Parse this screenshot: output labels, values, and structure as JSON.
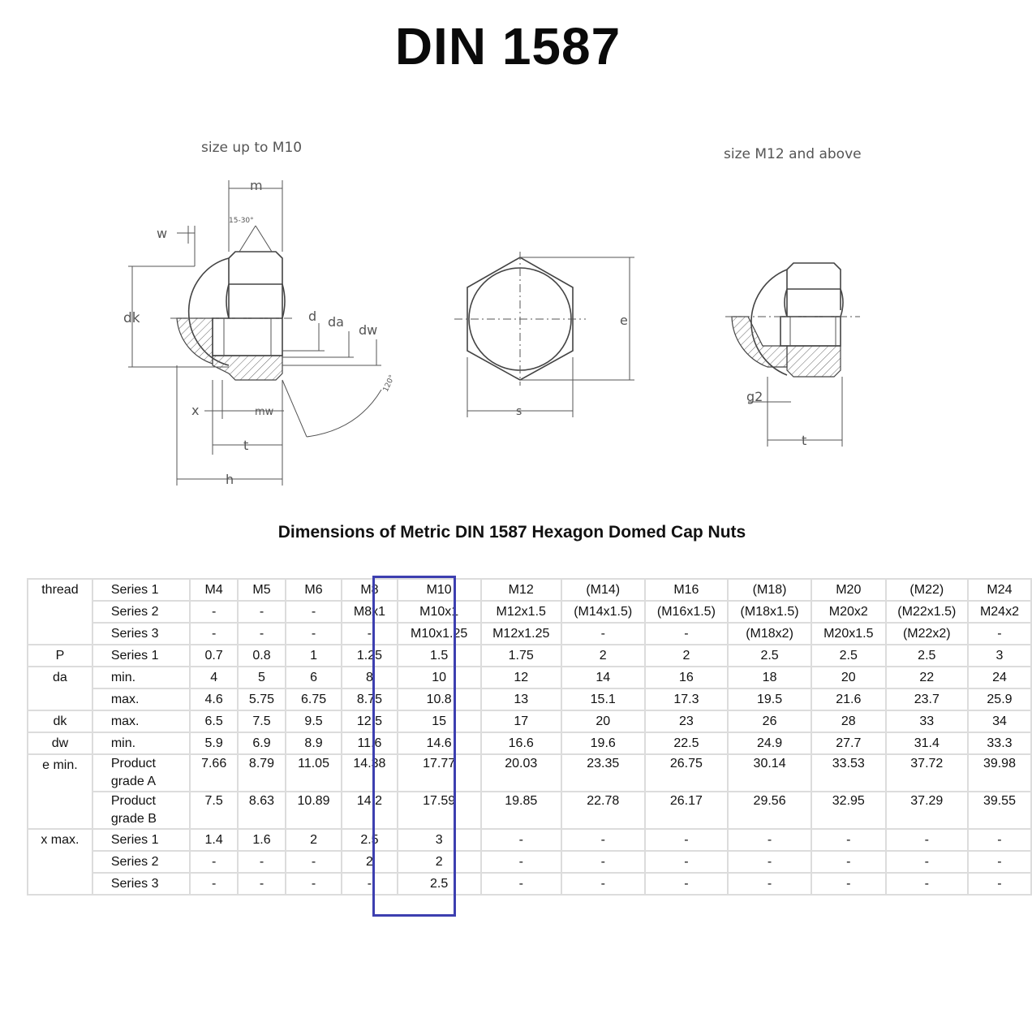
{
  "title": "DIN 1587",
  "drawings": {
    "left_caption": "size up to M10",
    "right_caption": "size M12 and above",
    "labels": {
      "m": "m",
      "w": "w",
      "dk": "dk",
      "d": "d",
      "da": "da",
      "dw": "dw",
      "x": "x",
      "mw": "mw",
      "t": "t",
      "h": "h",
      "e": "e",
      "s": "s",
      "g2": "g2",
      "angle_top": "15-30°",
      "angle_side": "120°"
    }
  },
  "table_title": "Dimensions of Metric DIN 1587 Hexagon Domed Cap Nuts",
  "highlight_column": "M10",
  "table": {
    "rows": [
      {
        "label": "thread",
        "series": "Series 1",
        "values": [
          "M4",
          "M5",
          "M6",
          "M8",
          "M10",
          "M12",
          "(M14)",
          "M16",
          "(M18)",
          "M20",
          "(M22)",
          "M24"
        ]
      },
      {
        "label": "",
        "series": "Series 2",
        "values": [
          "-",
          "-",
          "-",
          "M8x1",
          "M10x1",
          "M12x1.5",
          "(M14x1.5)",
          "(M16x1.5)",
          "(M18x1.5)",
          "M20x2",
          "(M22x1.5)",
          "M24x2"
        ]
      },
      {
        "label": "",
        "series": "Series 3",
        "values": [
          "-",
          "-",
          "-",
          "-",
          "M10x1.25",
          "M12x1.25",
          "-",
          "-",
          "(M18x2)",
          "M20x1.5",
          "(M22x2)",
          "-"
        ]
      },
      {
        "label": "P",
        "series": "Series 1",
        "values": [
          "0.7",
          "0.8",
          "1",
          "1.25",
          "1.5",
          "1.75",
          "2",
          "2",
          "2.5",
          "2.5",
          "2.5",
          "3"
        ]
      },
      {
        "label": "da",
        "series": "min.",
        "values": [
          "4",
          "5",
          "6",
          "8",
          "10",
          "12",
          "14",
          "16",
          "18",
          "20",
          "22",
          "24"
        ]
      },
      {
        "label": "",
        "series": "max.",
        "values": [
          "4.6",
          "5.75",
          "6.75",
          "8.75",
          "10.8",
          "13",
          "15.1",
          "17.3",
          "19.5",
          "21.6",
          "23.7",
          "25.9"
        ]
      },
      {
        "label": "dk",
        "series": "max.",
        "values": [
          "6.5",
          "7.5",
          "9.5",
          "12.5",
          "15",
          "17",
          "20",
          "23",
          "26",
          "28",
          "33",
          "34"
        ]
      },
      {
        "label": "dw",
        "series": "min.",
        "values": [
          "5.9",
          "6.9",
          "8.9",
          "11.6",
          "14.6",
          "16.6",
          "19.6",
          "22.5",
          "24.9",
          "27.7",
          "31.4",
          "33.3"
        ]
      },
      {
        "label": "e min.",
        "series_l1": "Product",
        "series_l2": "grade A",
        "values": [
          "7.66",
          "8.79",
          "11.05",
          "14.38",
          "17.77",
          "20.03",
          "23.35",
          "26.75",
          "30.14",
          "33.53",
          "37.72",
          "39.98"
        ]
      },
      {
        "label": "",
        "series_l1": "Product",
        "series_l2": "grade B",
        "values": [
          "7.5",
          "8.63",
          "10.89",
          "14.2",
          "17.59",
          "19.85",
          "22.78",
          "26.17",
          "29.56",
          "32.95",
          "37.29",
          "39.55"
        ]
      },
      {
        "label": "x max.",
        "series": "Series 1",
        "values": [
          "1.4",
          "1.6",
          "2",
          "2.5",
          "3",
          "-",
          "-",
          "-",
          "-",
          "-",
          "-",
          "-"
        ]
      },
      {
        "label": "",
        "series": "Series 2",
        "values": [
          "-",
          "-",
          "-",
          "2",
          "2",
          "-",
          "-",
          "-",
          "-",
          "-",
          "-",
          "-"
        ]
      },
      {
        "label": "",
        "series": "Series 3",
        "values": [
          "-",
          "-",
          "-",
          "-",
          "2.5",
          "-",
          "-",
          "-",
          "-",
          "-",
          "-",
          "-"
        ]
      }
    ]
  }
}
